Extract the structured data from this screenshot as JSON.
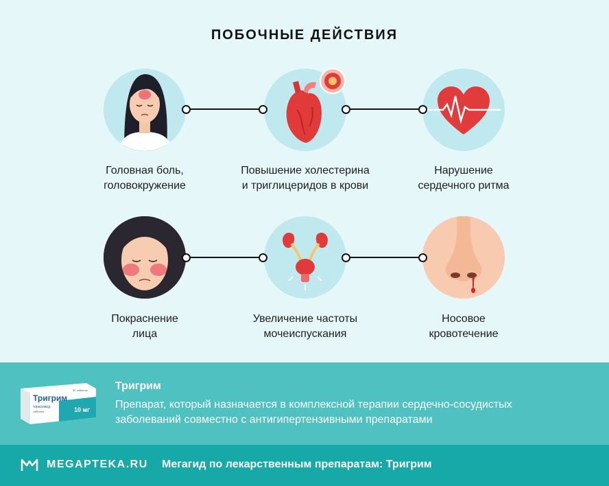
{
  "title": "ПОБОЧНЫЕ ДЕЙСТВИЯ",
  "effects": [
    {
      "line1": "Головная боль,",
      "line2": "головокружение",
      "icon": "headache-icon"
    },
    {
      "line1": "Повышение холестерина",
      "line2": "и триглицеридов в крови",
      "icon": "heart-organ-icon"
    },
    {
      "line1": "Нарушение",
      "line2": "сердечного ритма",
      "icon": "heart-rhythm-icon"
    },
    {
      "line1": "Покраснение",
      "line2": "лица",
      "icon": "flushed-face-icon"
    },
    {
      "line1": "Увеличение частоты",
      "line2": "мочеиспускания",
      "icon": "kidneys-bladder-icon"
    },
    {
      "line1": "Носовое",
      "line2": "кровотечение",
      "icon": "nosebleed-icon"
    }
  ],
  "drug": {
    "name": "Тригрим",
    "description_line1": "Препарат, который назначается в комплексной терапии сердечно-сосудистых",
    "description_line2": "заболеваний совместно с антигипертензивными препаратами",
    "pack": {
      "name": "Тригрим",
      "generic": "торасемид",
      "form": "таблетки",
      "dose": "10 мг",
      "count": "30 таблеток"
    }
  },
  "footer": {
    "brand": "MEGAPTEKA.RU",
    "text": "Мегагид по лекарственным препаратам: Тригрим"
  },
  "colors": {
    "background": "#e6f7f9",
    "circle": "#bfe9ee",
    "band": "#4fc1c1",
    "footer": "#17a9a8",
    "red": "#e23b3b"
  }
}
